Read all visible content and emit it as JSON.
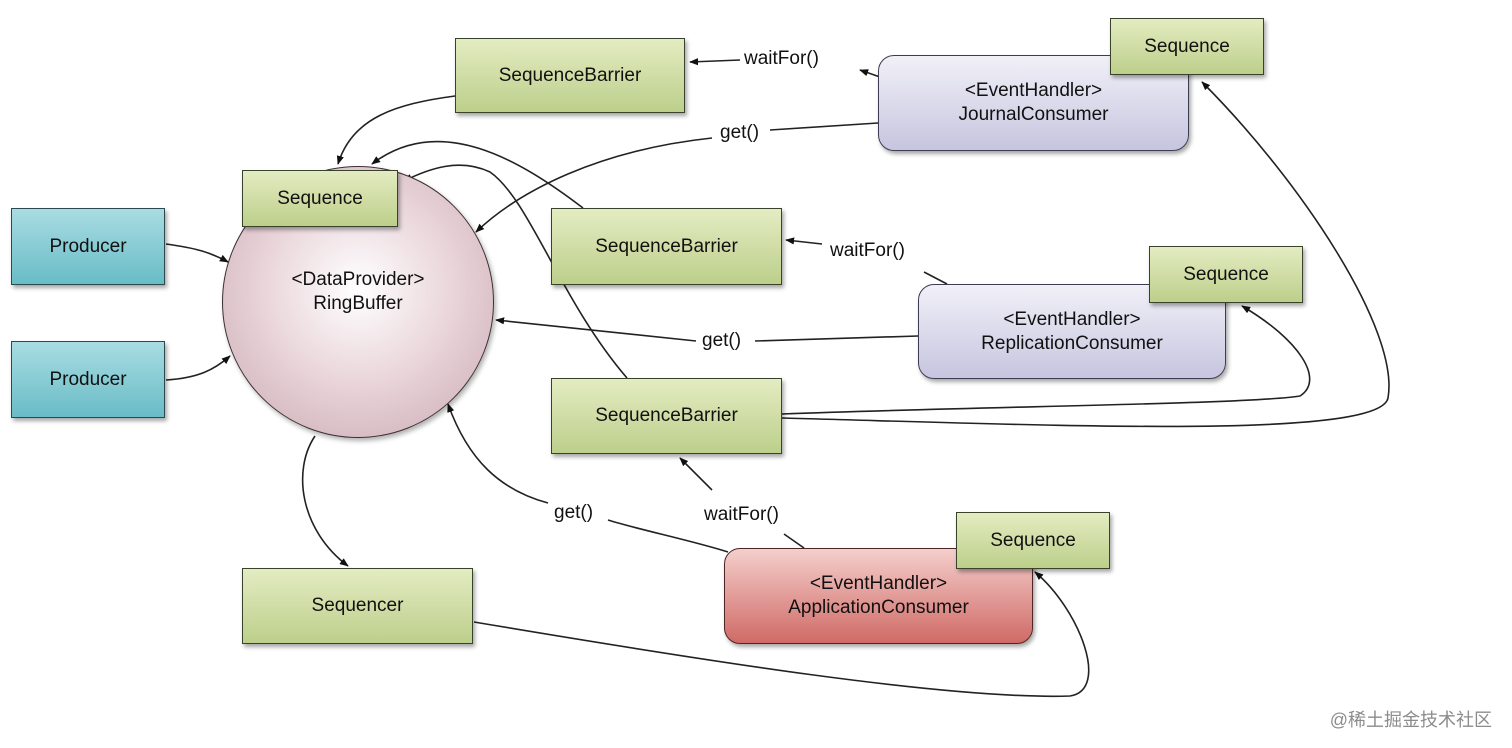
{
  "ring_buffer": {
    "line1": "<DataProvider>",
    "line2": "RingBuffer"
  },
  "ring_sequence": "Sequence",
  "producers": [
    "Producer",
    "Producer"
  ],
  "barriers": [
    "SequenceBarrier",
    "SequenceBarrier",
    "SequenceBarrier"
  ],
  "sequencer": "Sequencer",
  "consumers": {
    "journal": {
      "line1": "<EventHandler>",
      "line2": "JournalConsumer",
      "sequence": "Sequence"
    },
    "replication": {
      "line1": "<EventHandler>",
      "line2": "ReplicationConsumer",
      "sequence": "Sequence"
    },
    "application": {
      "line1": "<EventHandler>",
      "line2": "ApplicationConsumer",
      "sequence": "Sequence"
    }
  },
  "edge_labels": {
    "wait_for": "waitFor()",
    "get": "get()"
  },
  "watermark": "@稀土掘金技术社区",
  "colors": {
    "producer": "#69bcc7",
    "sequence_green": "#bdcf8b",
    "consumer_lavender": "#c7c5df",
    "consumer_red": "#d06a66",
    "ring": "#c9a6b0"
  }
}
